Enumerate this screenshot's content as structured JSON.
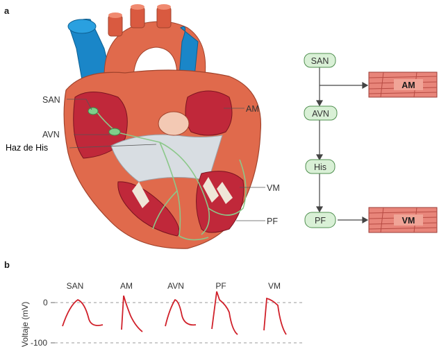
{
  "panels": {
    "a": "a",
    "b": "b"
  },
  "heart_labels": {
    "san": "SAN",
    "avn": "AVN",
    "his": "Haz de His",
    "am": "AM",
    "vm": "VM",
    "pf": "PF"
  },
  "flow": {
    "nodes": [
      "SAN",
      "AVN",
      "His",
      "PF"
    ],
    "muscle_top": "AM",
    "muscle_bottom": "VM"
  },
  "action_potentials": {
    "labels": [
      "SAN",
      "AM",
      "AVN",
      "PF",
      "VM"
    ],
    "y_axis_label": "Voltaje (mV)",
    "ticks": [
      "0",
      "-100"
    ]
  },
  "colors": {
    "heart_outer": "#e06a4c",
    "chamber_red": "#c0283a",
    "vessel_blue": "#1a86c8",
    "node_green": "#7fcf8a",
    "conduction_green": "#8cc88a",
    "trace_red": "#d0202a",
    "node_fill": "#d9f0d6"
  }
}
